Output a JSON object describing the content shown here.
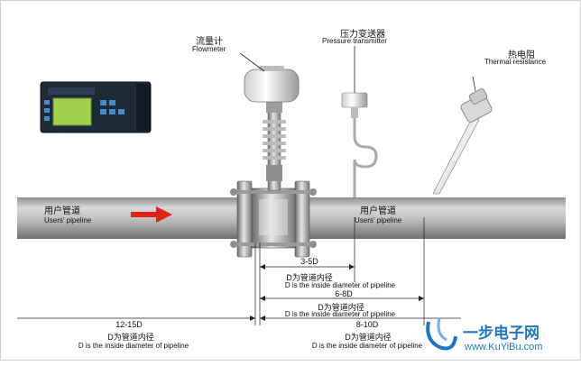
{
  "labels": {
    "flowmeter_cn": "流量计",
    "flowmeter_en": "Flowmeter",
    "pressure_cn": "压力变送器",
    "pressure_en": "Pressure transmitter",
    "thermal_cn": "热电阻",
    "thermal_en": "Thermal resistance",
    "pipe_left_cn": "用户管道",
    "pipe_left_en": "Users' pipeline",
    "pipe_right_cn": "用户管道",
    "pipe_right_en": "Users' pipeline"
  },
  "dimensions": {
    "d1_value": "3-5D",
    "d1_cn": "D为管道内径",
    "d1_en": "D is the inside diameter of pipeline",
    "d2_value": "6-8D",
    "d2_cn": "D为管道内径",
    "d2_en": "D is the inside diameter of pipeline",
    "d3_value": "12-15D",
    "d3_cn": "D为管道内径",
    "d3_en": "D is the inside diameter of pipeline",
    "d4_value": "8-10D",
    "d4_cn": "D为管道内径",
    "d4_en": "D is the inside diameter of pipeline"
  },
  "watermark": {
    "cn": "一步电子网",
    "url": "www.KuYiBu.com"
  },
  "colors": {
    "pipe": "#b9b9b9",
    "flow_arrow": "#e2231a",
    "display_screen": "#9fd14a",
    "display_body": "#1f2a38",
    "watermark_blue": "#1f76c8"
  }
}
